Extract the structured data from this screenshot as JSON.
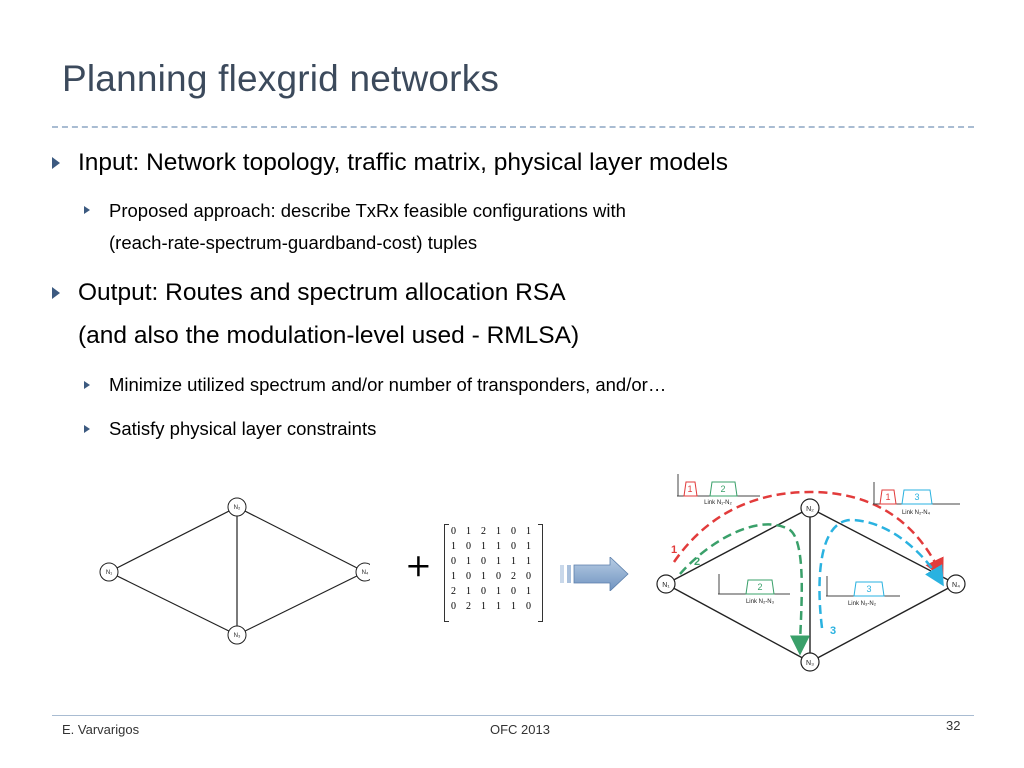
{
  "slide": {
    "title": "Planning flexgrid networks",
    "bullets": [
      {
        "text": "Input: Network topology, traffic matrix, physical layer models"
      },
      {
        "line1": "Proposed approach: describe TxRx feasible configurations with",
        "line2": "(reach-rate-spectrum-guardband-cost) tuples"
      },
      {
        "line1": "Output: Routes and spectrum allocation RSA",
        "line2": "(and also the modulation-level used - RMLSA)"
      },
      {
        "text": "Minimize utilized spectrum and/or number of transponders, and/or…"
      },
      {
        "text": "Satisfy physical layer constraints"
      }
    ],
    "plus_sign": "+",
    "footer": {
      "author": "E. Varvarigos",
      "conference": "OFC 2013",
      "page": "32"
    }
  },
  "topology": {
    "nodes": [
      "N₁",
      "N₂",
      "N₃",
      "N₄"
    ]
  },
  "traffic_matrix": {
    "rows": [
      [
        "0",
        "1",
        "2",
        "1",
        "0",
        "1"
      ],
      [
        "1",
        "0",
        "1",
        "1",
        "0",
        "1"
      ],
      [
        "0",
        "1",
        "0",
        "1",
        "1",
        "1"
      ],
      [
        "1",
        "0",
        "1",
        "0",
        "2",
        "0"
      ],
      [
        "2",
        "1",
        "0",
        "1",
        "0",
        "1"
      ],
      [
        "0",
        "2",
        "1",
        "1",
        "1",
        "0"
      ]
    ]
  },
  "result_diagram": {
    "nodes": [
      "N₁",
      "N₂",
      "N₃",
      "N₄"
    ],
    "link_labels": [
      "Link N₁-N₂",
      "Link N₂-N₄",
      "Link N₂-N₃",
      "Link N₃-N₂"
    ],
    "demand_labels": [
      "1",
      "2",
      "3"
    ],
    "colors": {
      "demand1": "#e23b3b",
      "demand2": "#3aa06a",
      "demand3": "#2ab2e0"
    }
  }
}
